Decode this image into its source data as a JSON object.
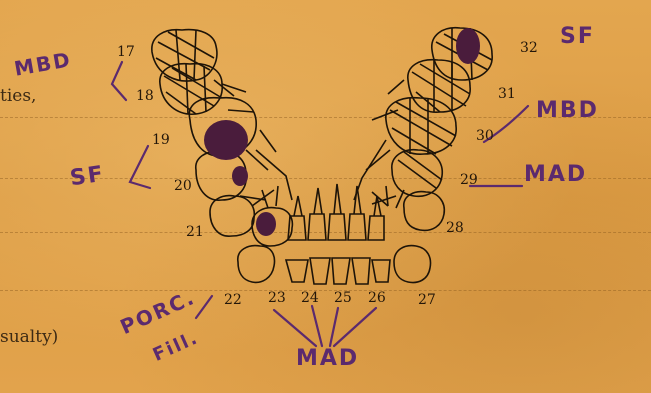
{
  "form": {
    "printed_fragment_top": "ties,",
    "printed_fragment_bottom": "sualty)"
  },
  "tooth_numbers": [
    "17",
    "18",
    "19",
    "20",
    "21",
    "22",
    "23",
    "24",
    "25",
    "26",
    "27",
    "28",
    "29",
    "30",
    "31",
    "32"
  ],
  "annotations": {
    "mbd_left": "MBD",
    "sf_left": "SF",
    "sf_right": "SF",
    "mbd_right": "MBD",
    "mad_right": "MAD",
    "porc_fill_line1": "PORC.",
    "porc_fill_line2": "Fill.",
    "mad_bottom": "MAD"
  },
  "colors": {
    "paper": "#e0a24a",
    "ink": "#241709",
    "pencil": "#5b2a6e",
    "filled_tooth": "#4a1c3c"
  }
}
